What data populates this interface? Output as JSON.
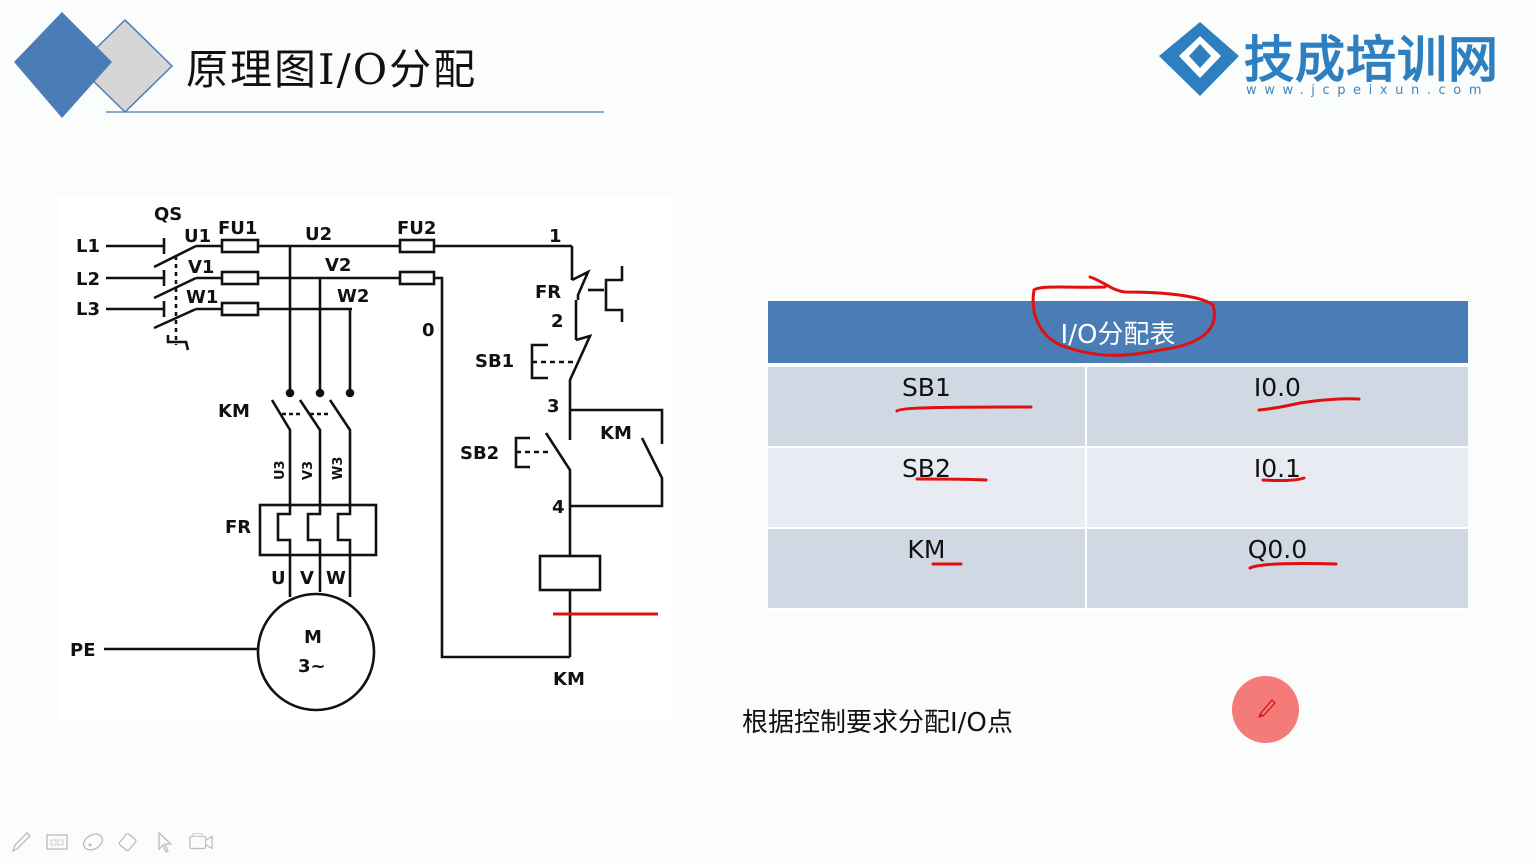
{
  "slide": {
    "title": "原理图I/O分配",
    "logo": {
      "name": "技成培训网",
      "url": "www.jcpeixun.com"
    },
    "colors": {
      "accent": "#4a7db6",
      "row_odd": "#cfd8e3",
      "row_even": "#e8ecf2",
      "annotation": "#e01010",
      "brand": "#2e7fc0"
    },
    "note": "根据控制要求分配I/O点"
  },
  "circuit": {
    "labels": {
      "qs": "QS",
      "l1": "L1",
      "l2": "L2",
      "l3": "L3",
      "u1": "U1",
      "v1": "V1",
      "w1": "W1",
      "fu1": "FU1",
      "fu2": "FU2",
      "u2": "U2",
      "v2": "V2",
      "w2": "W2",
      "n1": "1",
      "n0": "0",
      "n2": "2",
      "n3": "3",
      "n4": "4",
      "fr_ctrl": "FR",
      "sb1": "SB1",
      "sb2": "SB2",
      "km_aux": "KM",
      "km_main": "KM",
      "km_coil": "KM",
      "u3": "U3",
      "v3": "V3",
      "w3": "W3",
      "fr_main": "FR",
      "u": "U",
      "v": "V",
      "w": "W",
      "pe": "PE",
      "motor": "M",
      "motor_phase": "3~"
    }
  },
  "io_table": {
    "header": "I/O分配表",
    "rows": [
      {
        "device": "SB1",
        "address": "I0.0"
      },
      {
        "device": "SB2",
        "address": "I0.1"
      },
      {
        "device": "KM",
        "address": "Q0.0"
      }
    ]
  },
  "toolbar": {
    "tools": [
      {
        "name": "pen-tool",
        "icon": "pencil-icon"
      },
      {
        "name": "highlighter-tool",
        "icon": "screen-icon"
      },
      {
        "name": "shape-tool",
        "icon": "ellipse-icon"
      },
      {
        "name": "eraser-tool",
        "icon": "eraser-icon"
      },
      {
        "name": "pointer-tool",
        "icon": "cursor-icon"
      },
      {
        "name": "record-tool",
        "icon": "camera-icon"
      }
    ]
  }
}
